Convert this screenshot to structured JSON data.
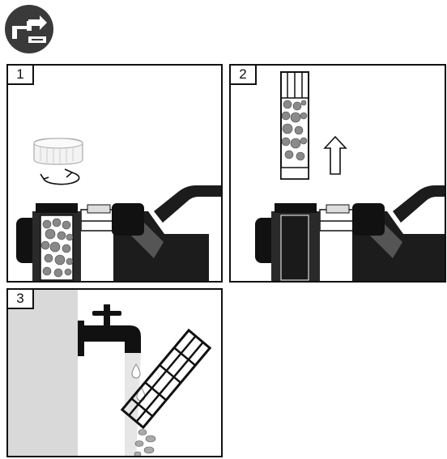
{
  "header": {
    "badge_icon": "faucet-cleaning-icon",
    "badge_color": "#3a3a3a"
  },
  "steps": [
    {
      "number": "1",
      "icon": "unscrew-filter-cap"
    },
    {
      "number": "2",
      "icon": "remove-filter-cartridge"
    },
    {
      "number": "3",
      "icon": "rinse-filter-under-tap"
    }
  ],
  "colors": {
    "ink": "#111111",
    "wall": "#d9d9d9",
    "water": "#e6e6e6",
    "debris": "#9a9a9a"
  }
}
